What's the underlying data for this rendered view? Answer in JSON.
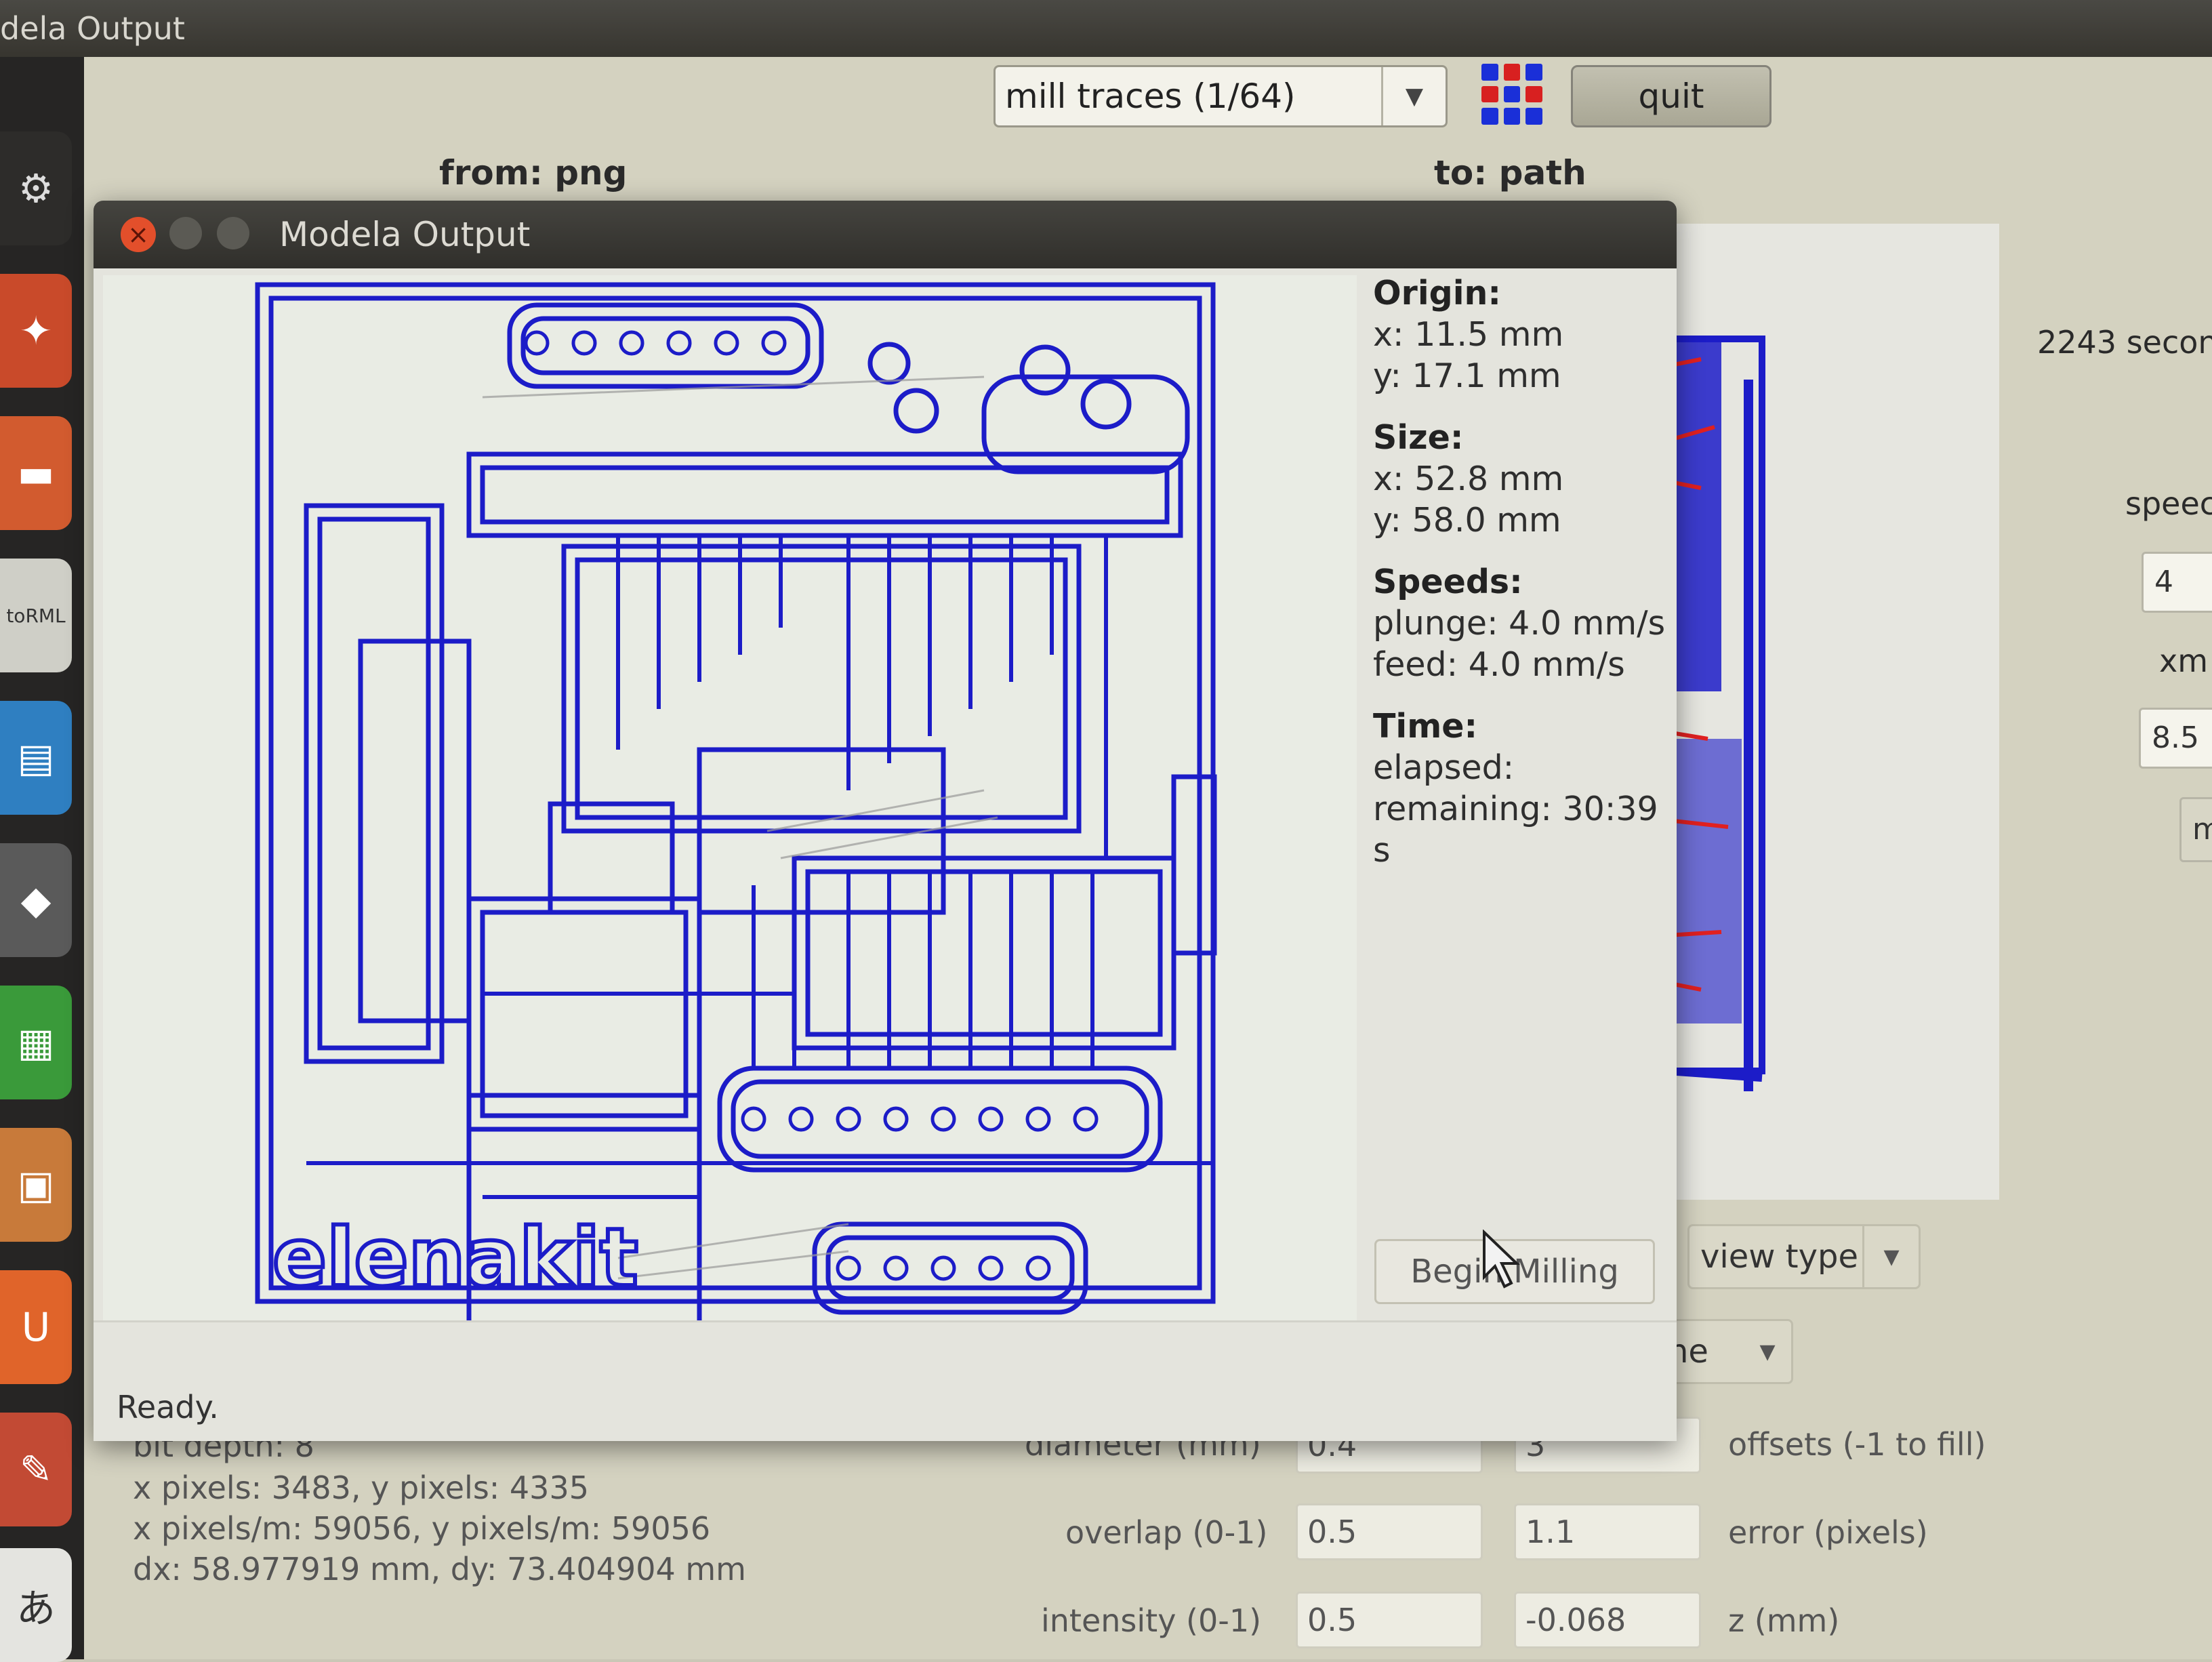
{
  "window": {
    "title": "dela Output"
  },
  "toolbar": {
    "process": "mill traces (1/64)",
    "quit_label": "quit",
    "from_label": "from: png",
    "to_label": "to: path"
  },
  "launcher": {
    "items": [
      {
        "icon": "settings-icon",
        "label": ""
      },
      {
        "icon": "app-icon",
        "label": ""
      },
      {
        "icon": "app-icon",
        "label": ""
      },
      {
        "icon": "torml-icon",
        "label": "toRML"
      },
      {
        "icon": "writer-icon",
        "label": ""
      },
      {
        "icon": "inkscape-icon",
        "label": ""
      },
      {
        "icon": "calc-icon",
        "label": ""
      },
      {
        "icon": "impress-icon",
        "label": ""
      },
      {
        "icon": "ubuntu-one-icon",
        "label": "U"
      },
      {
        "icon": "tools-icon",
        "label": ""
      },
      {
        "icon": "input-method-icon",
        "label": "あ"
      }
    ]
  },
  "right_panel": {
    "time_text": "2243 secon",
    "speed_label": "speec",
    "speed_value": "4",
    "xmin_label": "xm",
    "xmin_value": "8.5",
    "extra_button": "m"
  },
  "dialog": {
    "title": "Modela Output",
    "origin_heading": "Origin:",
    "origin_x": "x: 11.5 mm",
    "origin_y": "y: 17.1 mm",
    "size_heading": "Size:",
    "size_x": "x: 52.8 mm",
    "size_y": "y: 58.0 mm",
    "speeds_heading": "Speeds:",
    "plunge": "plunge: 4.0 mm/s",
    "feed": "feed: 4.0 mm/s",
    "time_heading": "Time:",
    "elapsed": "elapsed:",
    "remaining": "remaining: 30:39 s",
    "begin_button": "Begin Milling",
    "status": "Ready.",
    "board_label": "elenakit"
  },
  "image_info": {
    "bit_depth": "bit depth: 8",
    "pixels": "x pixels: 3483, y pixels: 4335",
    "pixels_per_m": "x pixels/m: 59056, y pixels/m: 59056",
    "dims": "dx: 58.977919 mm, dy: 73.404904 mm"
  },
  "view": {
    "type_label": "view type",
    "ne_label": "ne"
  },
  "params": {
    "diameter_label": "diameter (mm)",
    "diameter_value": "0.4",
    "offsets_value": "3",
    "offsets_label": "offsets (-1 to fill)",
    "overlap_label": "overlap (0-1)",
    "overlap_value": "0.5",
    "error_value": "1.1",
    "error_label": "error (pixels)",
    "intensity_label": "intensity (0-1)",
    "intensity_value": "0.5",
    "z_value": "-0.068",
    "z_label": "z (mm)"
  },
  "colors": {
    "trace": "#1c1cc8",
    "path_red": "#e02020",
    "accent_close": "#e34f2b"
  }
}
